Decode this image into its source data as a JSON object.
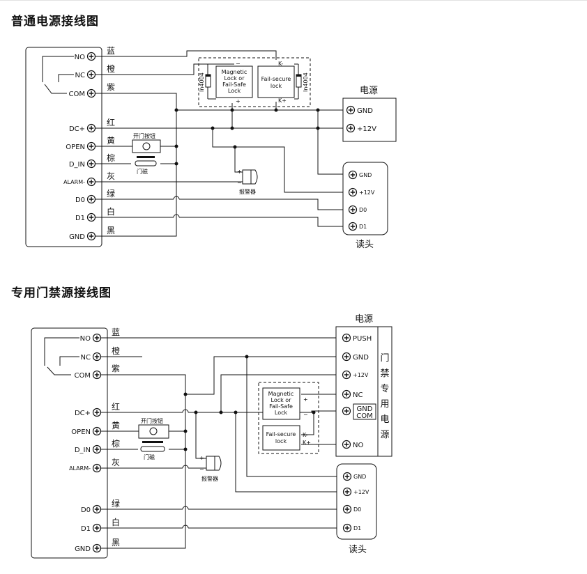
{
  "headings": {
    "d1": "普通电源接线图",
    "d2": "专用门禁源接线图"
  },
  "terminals": {
    "no": "NO",
    "nc": "NC",
    "com": "COM",
    "dcp": "DC+",
    "open": "OPEN",
    "din": "D_IN",
    "alarm": "ALARM-",
    "d0": "D0",
    "d1": "D1",
    "gnd": "GND"
  },
  "wire_colors": {
    "blue": "蓝",
    "orange": "橙",
    "purple": "紫",
    "red": "红",
    "yellow": "黄",
    "brown": "棕",
    "gray": "灰",
    "green": "绿",
    "white": "白",
    "black": "黑"
  },
  "parts": {
    "exit_button": "开门按钮",
    "door_sensor": "门磁",
    "alarm": "报警器",
    "power": "电源",
    "reader": "读头",
    "diode": "In4004",
    "mag_lock_1": "Magnetic",
    "mag_lock_2": "Lock or",
    "mag_lock_3": "Fail-Safe",
    "mag_lock_4": "Lock",
    "fs_lock_1": "Fail-secure",
    "fs_lock_2": "lock",
    "k_minus": "K-",
    "k_plus": "K+",
    "plus": "+",
    "minus": "−"
  },
  "power_terms": {
    "gnd": "GND",
    "v12": "+12V",
    "push": "PUSH",
    "nc": "NC",
    "gnd2": "GND",
    "com2": "COM",
    "no": "NO"
  },
  "reader_terms": {
    "gnd": "GND",
    "v12": "+12V",
    "d0": "D0",
    "d1": "D1"
  },
  "access_power_chars": [
    "门",
    "禁",
    "专",
    "用",
    "电",
    "源"
  ]
}
